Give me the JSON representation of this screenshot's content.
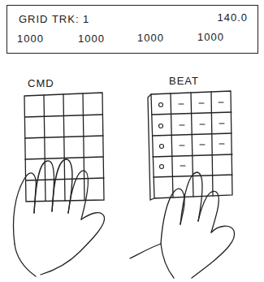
{
  "diagram": {
    "nodes": [
      {
        "text": [
          "GRID TRK: 1",
          "140.0",
          "1000",
          "1000",
          "1000",
          "1000"
        ]
      }
    ],
    "labels": [
      "CMD",
      "BEAT"
    ]
  }
}
